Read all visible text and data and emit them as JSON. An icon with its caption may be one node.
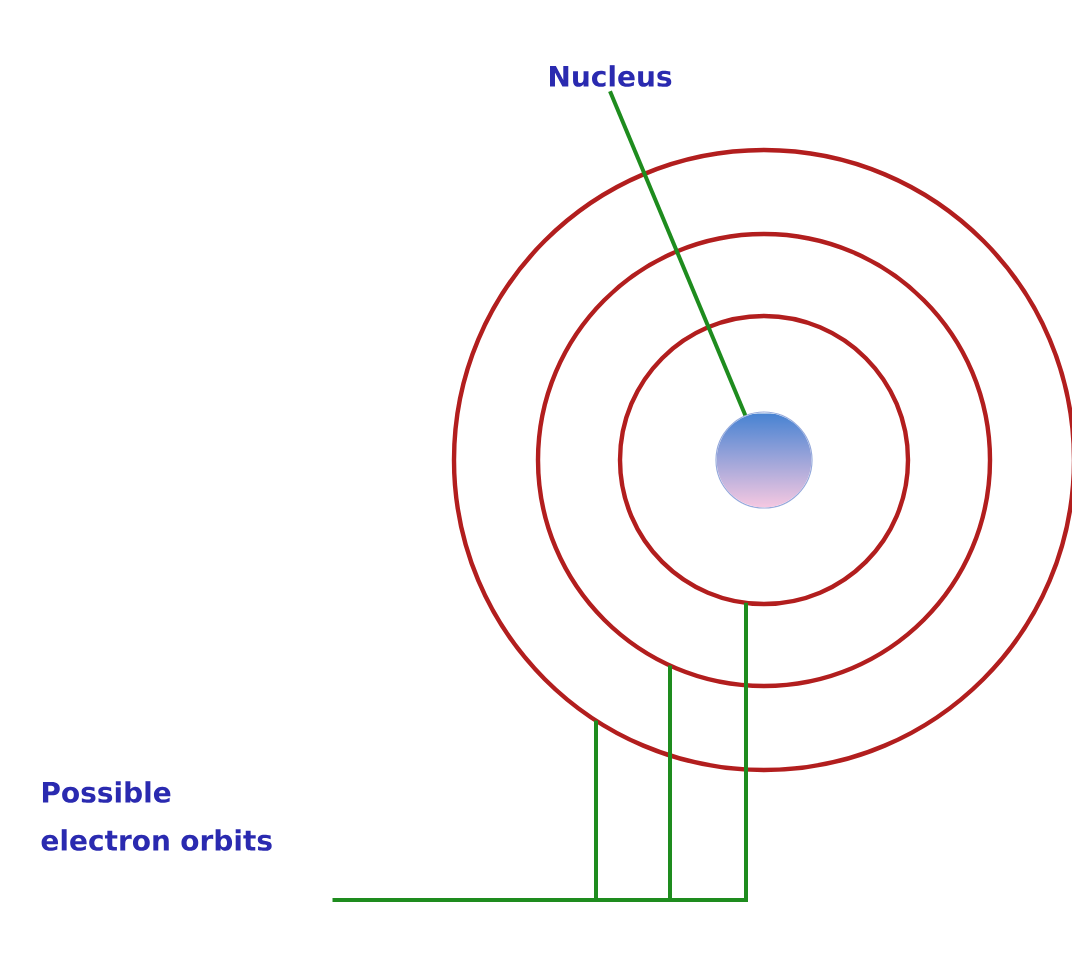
{
  "diagram": {
    "nodes": [
      {
        "text": [
          "Nucleus"
        ]
      },
      {
        "text": [],
        "shape": "circle"
      },
      {
        "text": [],
        "shape": "circle",
        "in": 1
      },
      {
        "text": [],
        "shape": "circle",
        "in": 2
      },
      {
        "text": [],
        "shape": "circle",
        "in": 3
      },
      {
        "text": [
          "Possible electron orbits"
        ]
      }
    ],
    "edges": [
      {
        "from": 0,
        "to": 4,
        "arrow": "none"
      },
      {
        "from": 5,
        "to": 1,
        "arrow": "none"
      },
      {
        "from": 5,
        "to": 2,
        "arrow": "none"
      },
      {
        "from": 5,
        "to": 3,
        "arrow": "none"
      }
    ]
  }
}
